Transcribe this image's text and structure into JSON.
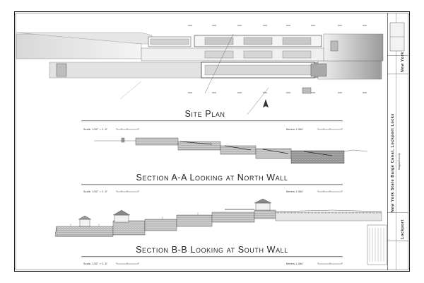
{
  "site_plan": {
    "title": "Site Plan"
  },
  "section_a": {
    "title": "Section A-A Looking at North Wall",
    "scale": "Scale: 1/32\" = 1'-0\"",
    "meters": "Meters 1:384"
  },
  "section_b": {
    "title": "Section B-B Looking at South Wall",
    "scale": "Scale: 1/32\" = 1'-0\"",
    "meters": "Meters 1:384"
  },
  "title_block": {
    "project": "New York State Barge Canal, Lockport Locks",
    "county": "Niagara County",
    "state": "New York",
    "city": "Lockport"
  }
}
